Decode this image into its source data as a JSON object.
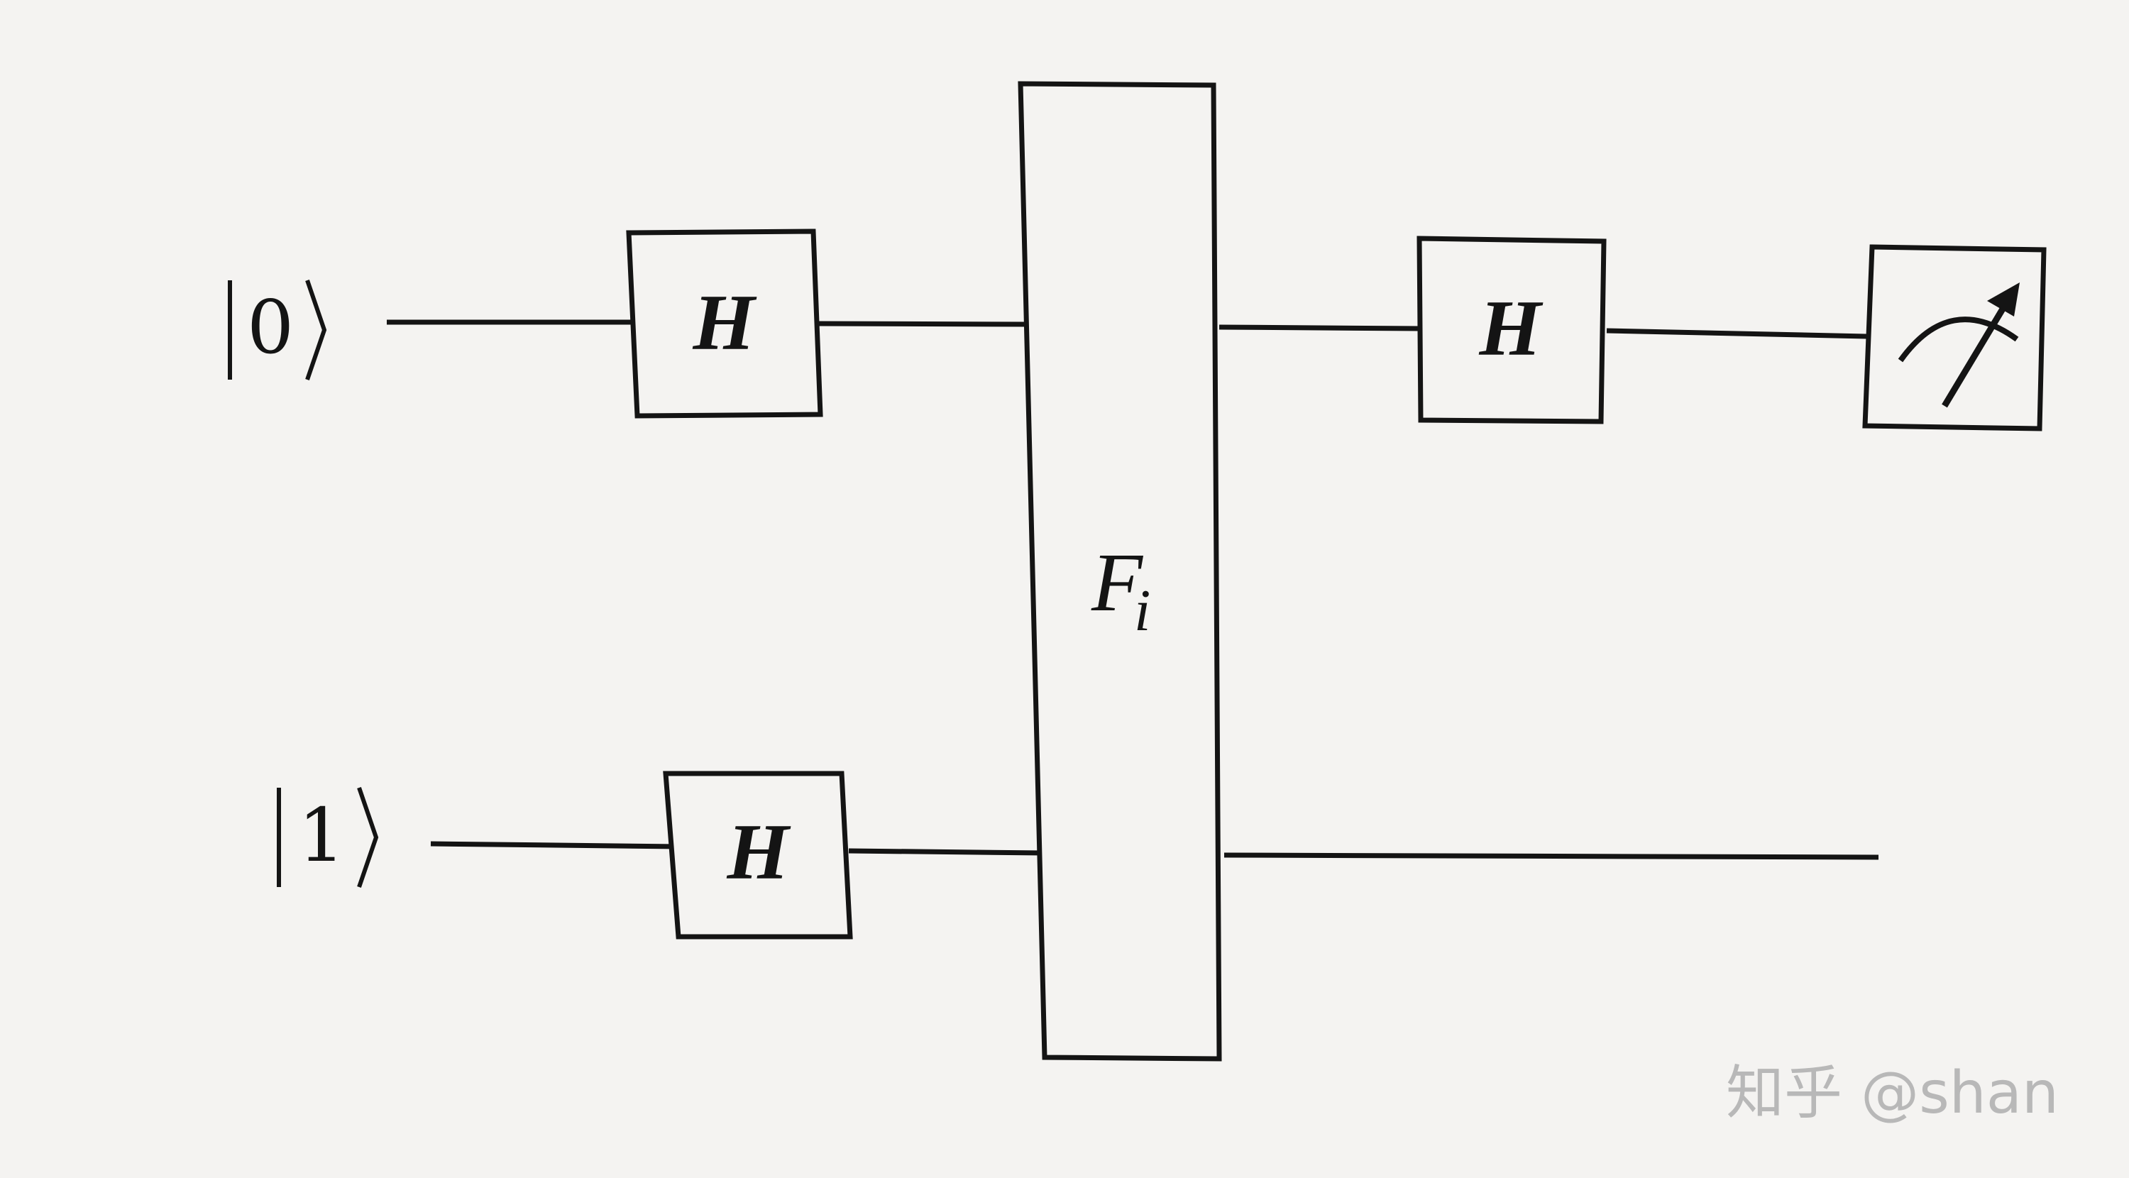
{
  "qubits": [
    {
      "ket": "|0⟩",
      "digit": "0"
    },
    {
      "ket": "|1⟩",
      "digit": "1"
    }
  ],
  "gates": {
    "hadamard_label": "H",
    "oracle_label": "F",
    "oracle_subscript": "i"
  },
  "measurement": {
    "icon": "measurement-meter-icon"
  },
  "watermark": "知乎 @shan",
  "colors": {
    "ink": "#141414",
    "paper": "#f4f3f1",
    "watermark": "#b8b8b8"
  }
}
